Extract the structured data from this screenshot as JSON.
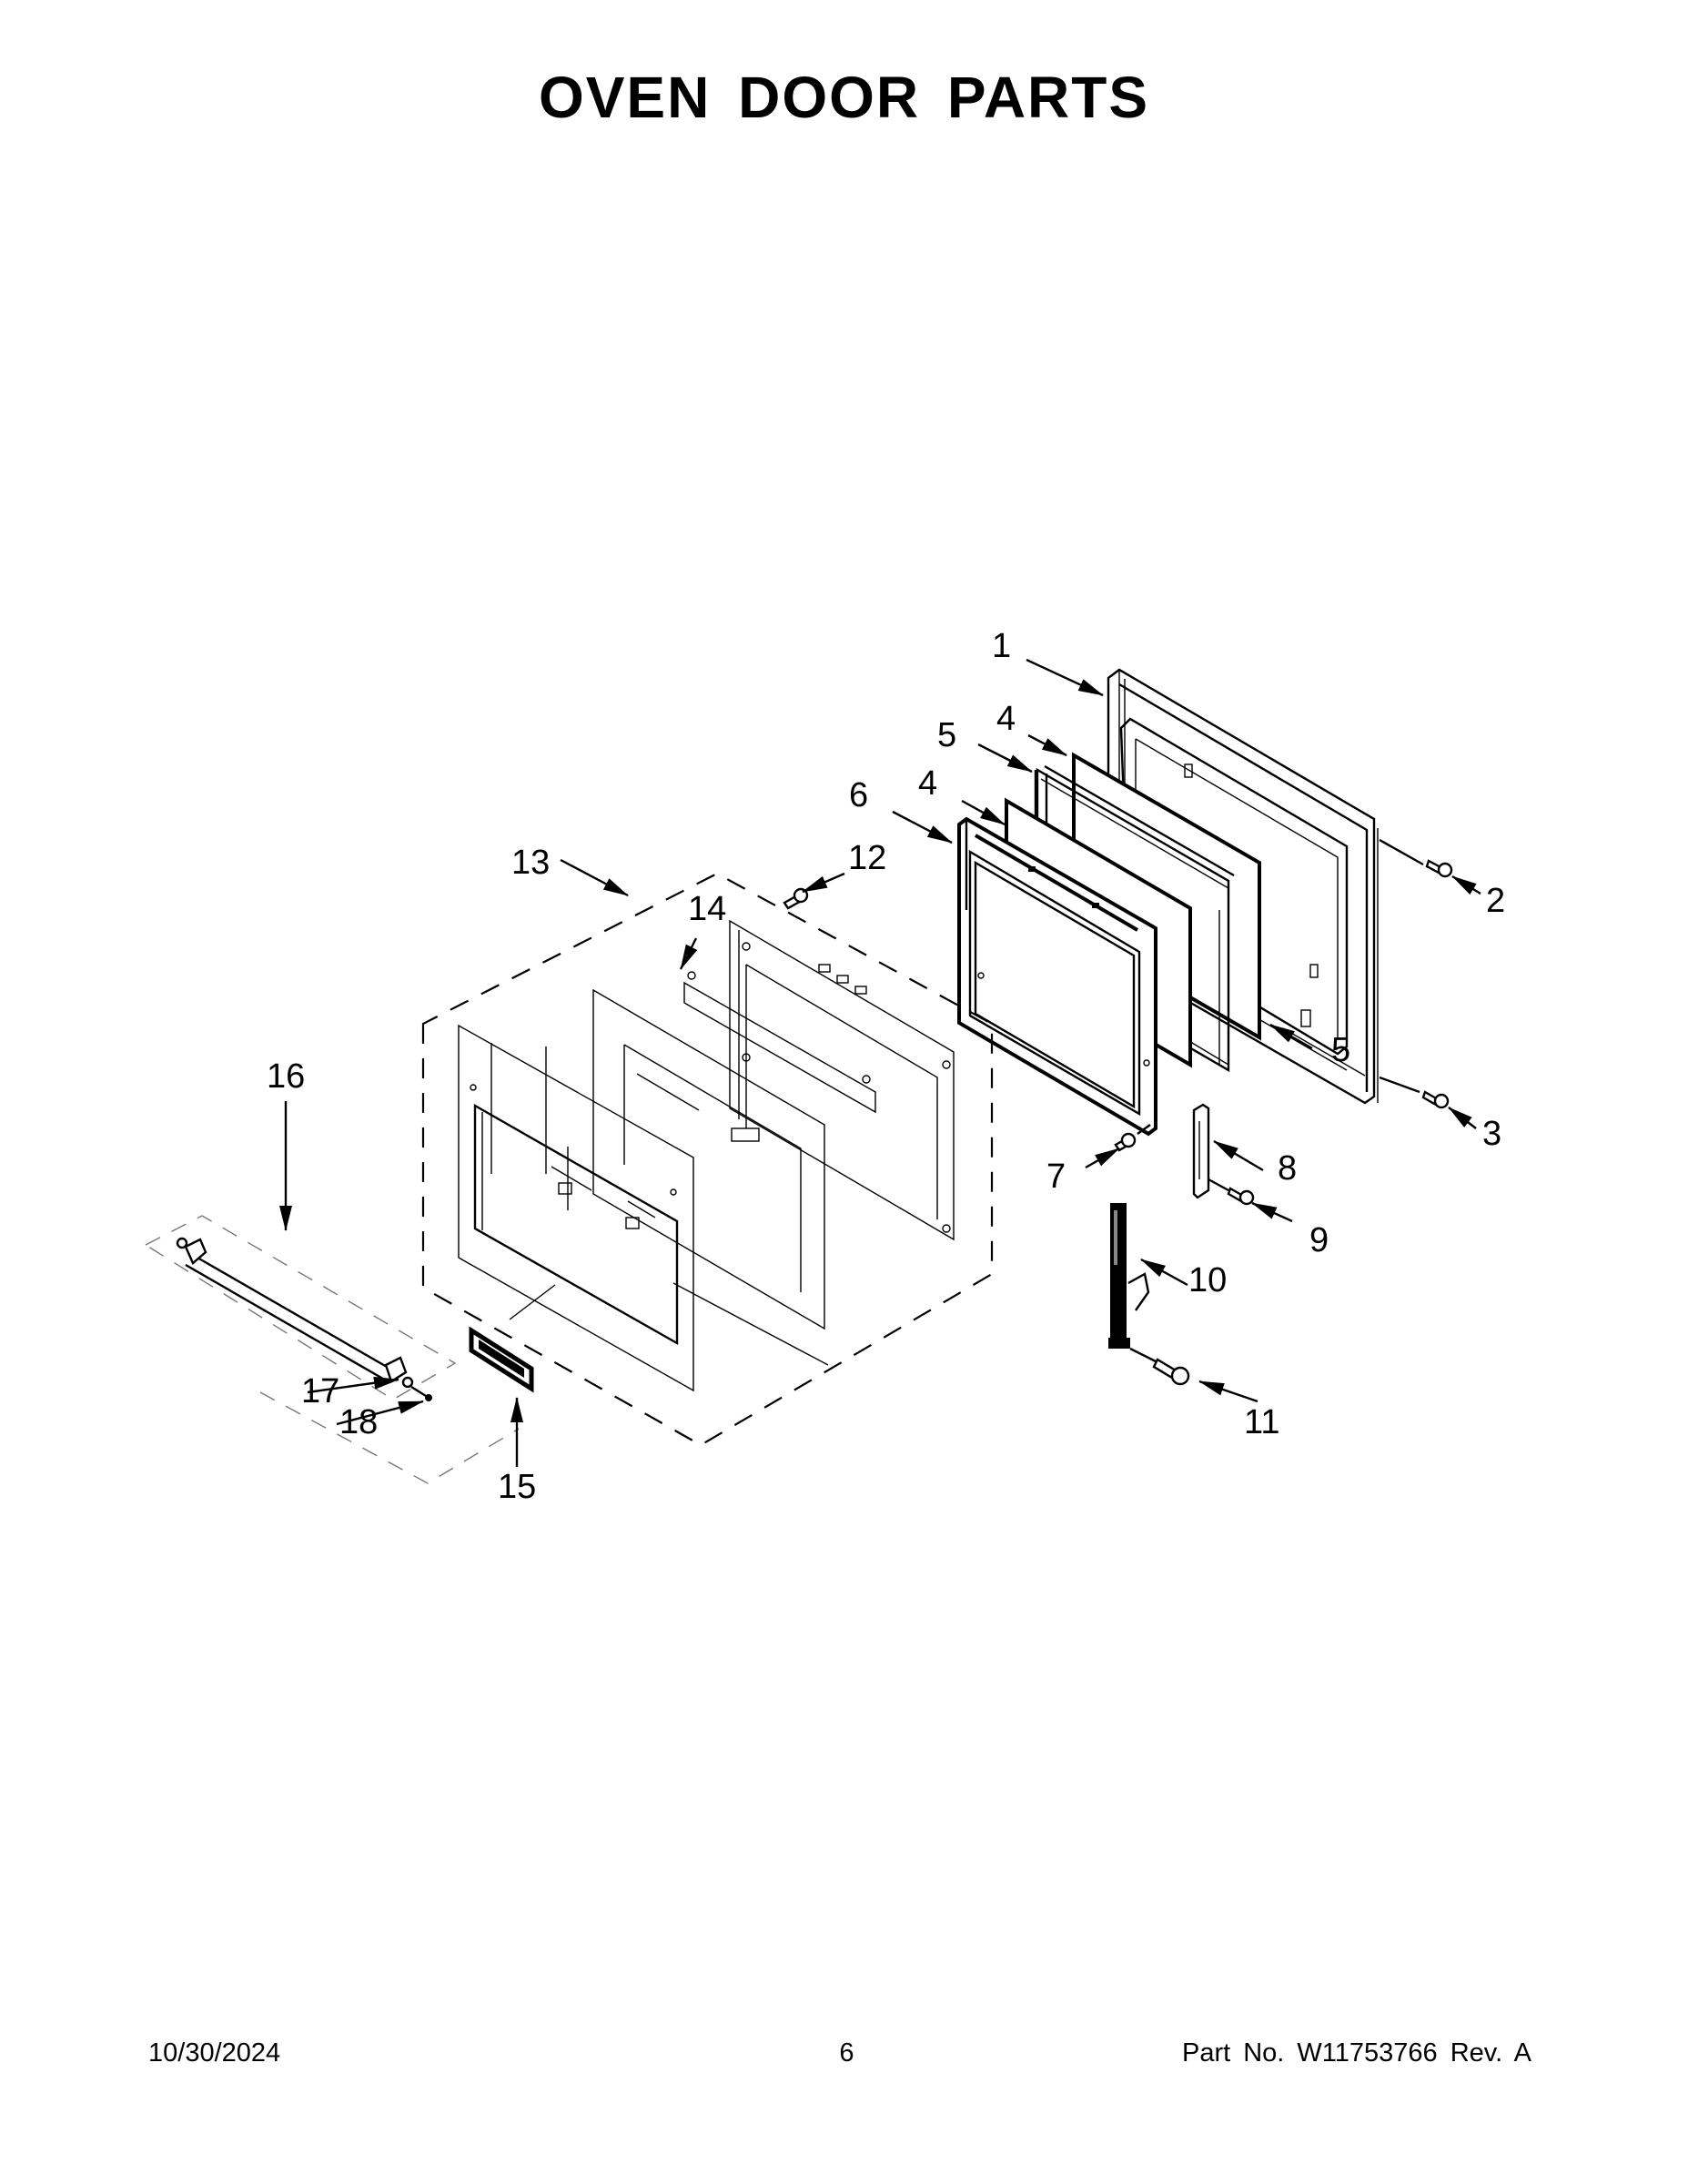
{
  "page": {
    "title": "OVEN DOOR PARTS",
    "background": "#ffffff",
    "ink": "#000000"
  },
  "diagram": {
    "type": "exploded-parts-view",
    "subject": "oven door assembly",
    "callouts": [
      {
        "id": "1",
        "label": "1",
        "part": "outer door frame"
      },
      {
        "id": "2",
        "label": "2",
        "part": "screw (upper right)"
      },
      {
        "id": "3",
        "label": "3",
        "part": "screw (lower right)"
      },
      {
        "id": "4a",
        "label": "4",
        "part": "inner glass panel (rear)"
      },
      {
        "id": "5a",
        "label": "5",
        "part": "glass spacer/frame (rear)"
      },
      {
        "id": "4b",
        "label": "4",
        "part": "inner glass panel (front)"
      },
      {
        "id": "6",
        "label": "6",
        "part": "inner door liner frame"
      },
      {
        "id": "12",
        "label": "12",
        "part": "screw"
      },
      {
        "id": "13",
        "label": "13",
        "part": "outer door panel assembly"
      },
      {
        "id": "14",
        "label": "14",
        "part": "fastener"
      },
      {
        "id": "5b",
        "label": "5",
        "part": "glass spacer/frame (lower)"
      },
      {
        "id": "7",
        "label": "7",
        "part": "screw"
      },
      {
        "id": "8",
        "label": "8",
        "part": "hinge receiver bracket"
      },
      {
        "id": "9",
        "label": "9",
        "part": "screw"
      },
      {
        "id": "10",
        "label": "10",
        "part": "door hinge"
      },
      {
        "id": "11",
        "label": "11",
        "part": "hinge screw"
      },
      {
        "id": "16",
        "label": "16",
        "part": "door handle"
      },
      {
        "id": "17",
        "label": "17",
        "part": "washer"
      },
      {
        "id": "18",
        "label": "18",
        "part": "handle screw"
      },
      {
        "id": "15",
        "label": "15",
        "part": "nameplate/badge"
      }
    ]
  },
  "footer": {
    "date": "10/30/2024",
    "page_number": "6",
    "part_number_text": "Part No.  W11753766  Rev.  A"
  }
}
